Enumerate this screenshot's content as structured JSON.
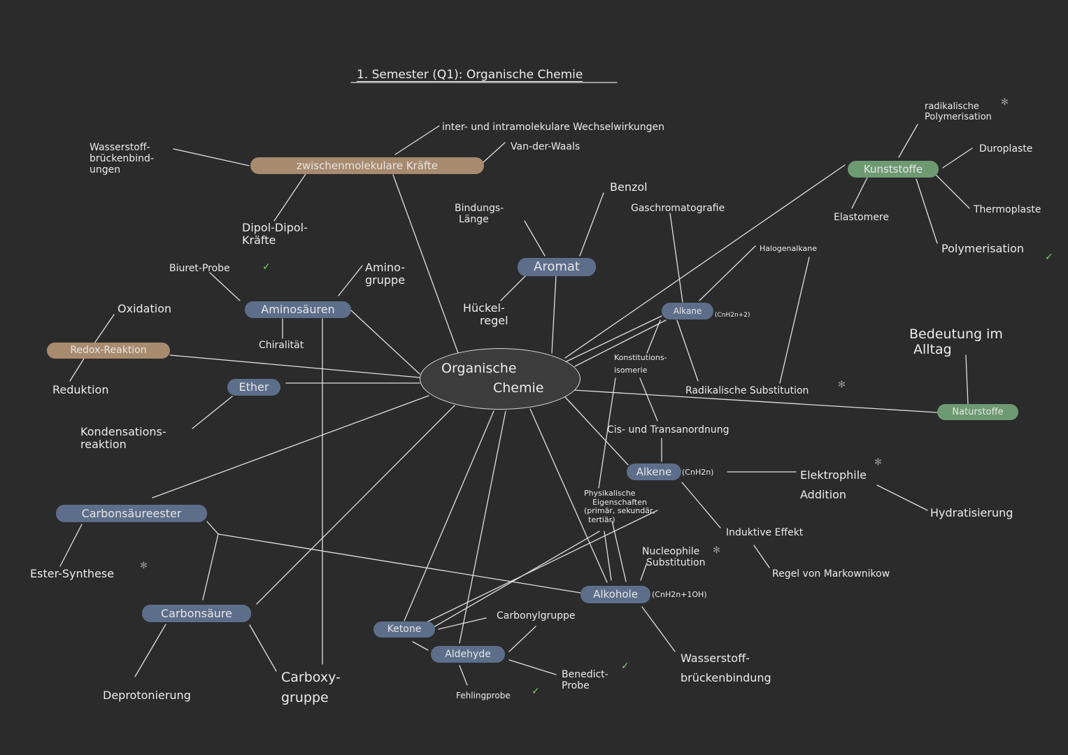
{
  "title": "1. Semester (Q1): Organische Chemie",
  "center": {
    "line1": "Organische",
    "line2": "Chemie"
  },
  "nodes": {
    "zwischenmolekulare": "zwischenmolekulare Kräfte",
    "wasserstoffbrueckenbindungen": [
      "Wasserstoff-",
      "brückenbind-",
      "ungen"
    ],
    "inter_intra": "inter- und intramolekulare Wechselwirkungen",
    "van_der_waals": "Van-der-Waals",
    "dipol": [
      "Dipol-Dipol-",
      "Kräfte"
    ],
    "aminosaeuren": "Aminosäuren",
    "biuret": "Biuret-Probe",
    "aminogruppe": [
      "Amino-",
      "gruppe"
    ],
    "chiralitaet": "Chiralität",
    "redox": "Redox-Reaktion",
    "oxidation": "Oxidation",
    "reduktion": "Reduktion",
    "ether": "Ether",
    "kondensation": [
      "Kondensations-",
      "reaktion"
    ],
    "carbonsaeureester": "Carbonsäureester",
    "ester_synthese": "Ester-Synthese",
    "carbonsaeure": "Carbonsäure",
    "deprotonierung": "Deprotonierung",
    "carboxygruppe": [
      "Carboxy-",
      "gruppe"
    ],
    "aromat": "Aromat",
    "bindungslaenge": [
      "Bindungs-",
      "Länge"
    ],
    "benzol": "Benzol",
    "hueckel": [
      "Hückel-",
      "regel"
    ],
    "gaschromatografie": "Gaschromatografie",
    "alkane": "Alkane",
    "alkane_formula": "(CnH2n+2)",
    "halogenalkane": "Halogenalkane",
    "konstitution": [
      "Konstitutions-",
      "isomerie"
    ],
    "radikalische_substitution": "Radikalische Substitution",
    "cis_trans": "Cis- und Transanordnung",
    "alkene": "Alkene",
    "alkene_formula": "(CnH2n)",
    "elektrophile": [
      "Elektrophile",
      "Addition"
    ],
    "hydratisierung": "Hydratisierung",
    "induktive": "Induktive Effekt",
    "markownikow": "Regel von Markownikow",
    "physikalische": [
      "Physikalische",
      "Eigenschaften",
      "(primär, sekundär,",
      "tertiär)"
    ],
    "nucleophile": [
      "Nucleophile",
      "Substitution"
    ],
    "alkohole": "Alkohole",
    "alkohole_formula": "(CnH2n+1OH)",
    "wasserstoffbrueckenbindung": [
      "Wasserstoff-",
      "brückenbindung"
    ],
    "ketone": "Ketone",
    "aldehyde": "Aldehyde",
    "carbonylgruppe": "Carbonylgruppe",
    "benedict": [
      "Benedict-",
      "Probe"
    ],
    "fehlingprobe": "Fehlingprobe",
    "kunststoffe": "Kunststoffe",
    "radikalische_polymerisation": [
      "radikalische",
      "Polymerisation"
    ],
    "duroplaste": "Duroplaste",
    "thermoplaste": "Thermoplaste",
    "elastomere": "Elastomere",
    "polymerisation": "Polymerisation",
    "bedeutung": [
      "Bedeutung im",
      "Alltag"
    ],
    "naturstoffe": "Naturstoffe"
  },
  "colors": {
    "background": "#2b2b2b",
    "line": "#e0e0e0",
    "blue_node": "#5c6e8a",
    "tan_node": "#a88b6e",
    "green_node": "#6e9a72",
    "check": "#7fd36c"
  },
  "icons": {
    "gear": "gear-icon",
    "check": "check-icon"
  }
}
